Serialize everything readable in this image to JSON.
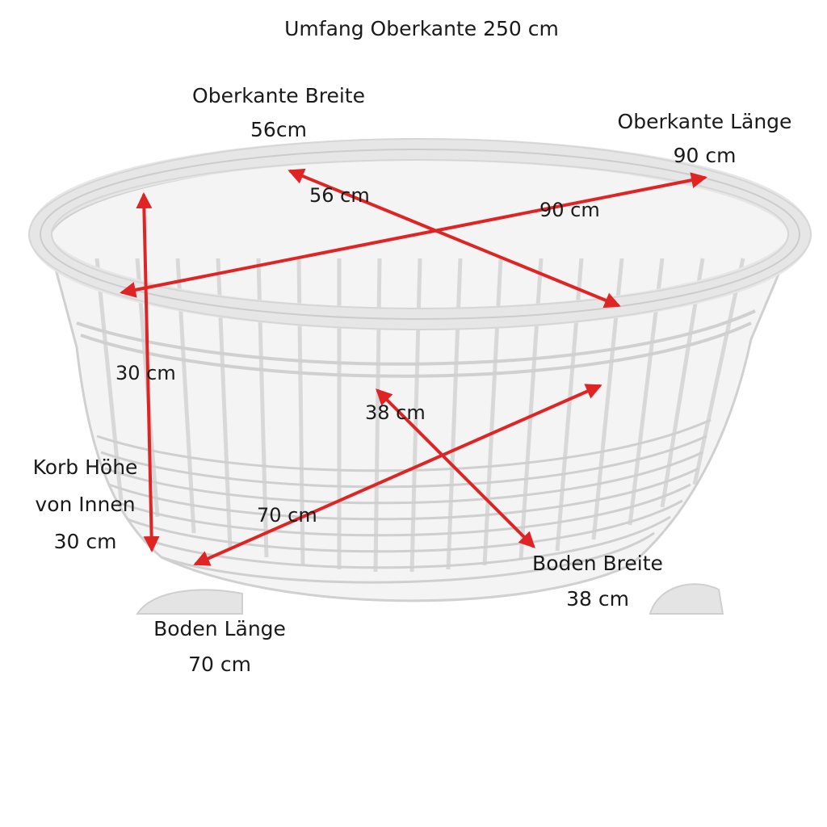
{
  "title": "Umfang Oberkante 250 cm",
  "labels": {
    "top_width": {
      "title": "Oberkante Breite",
      "value": "56cm"
    },
    "top_length": {
      "title": "Oberkante Länge",
      "value": "90 cm"
    },
    "height": {
      "line1": "Korb Höhe",
      "line2": "von Innen",
      "value": "30 cm"
    },
    "bottom_width": {
      "title": "Boden Breite",
      "value": "38 cm"
    },
    "bottom_length": {
      "title": "Boden Länge",
      "value": "70 cm"
    }
  },
  "arrow_labels": {
    "top_width": "56 cm",
    "top_length": "90 cm",
    "height": "30 cm",
    "bottom_width": "38 cm",
    "bottom_length": "70 cm"
  },
  "colors": {
    "arrow": "#e02424",
    "text": "#1a1a1a",
    "wicker": "#eeeeee",
    "wicker_shade": "#cfcfcf"
  }
}
